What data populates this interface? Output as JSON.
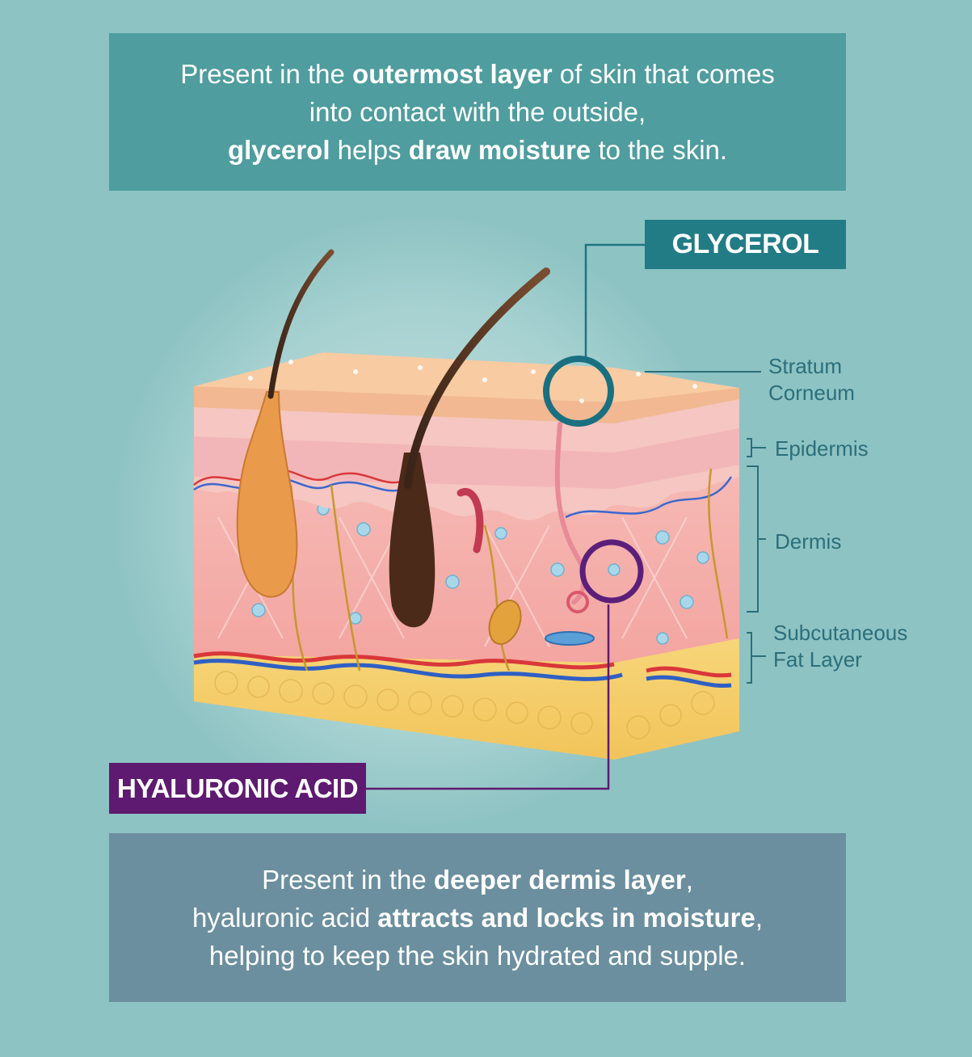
{
  "top_text": {
    "l1_a": "Present in the ",
    "l1_b": "outermost layer",
    "l1_c": " of skin that comes",
    "l2": "into contact with the outside,",
    "l3_a": "glycerol",
    "l3_b": " helps ",
    "l3_c": "draw moisture",
    "l3_d": " to the skin."
  },
  "bottom_text": {
    "l1_a": "Present in the ",
    "l1_b": "deeper dermis layer",
    "l1_c": ",",
    "l2_a": "hyaluronic acid ",
    "l2_b": "attracts and locks in moisture",
    "l2_c": ",",
    "l3": "helping to keep the skin hydrated and supple."
  },
  "tags": {
    "glycerol": "GLYCEROL",
    "hyaluronic_acid": "HYALURONIC ACID"
  },
  "layers": {
    "stratum_l1": "Stratum",
    "stratum_l2": "Corneum",
    "epidermis": "Epidermis",
    "dermis": "Dermis",
    "fat_l1": "Subcutaneous",
    "fat_l2": "Fat Layer"
  },
  "colors": {
    "background": "#8ec3c4",
    "top_box": "#4f9d9e",
    "bottom_box": "#6b8f9e",
    "glycerol_accent": "#217c86",
    "hyaluronic_accent": "#5e1a70"
  }
}
